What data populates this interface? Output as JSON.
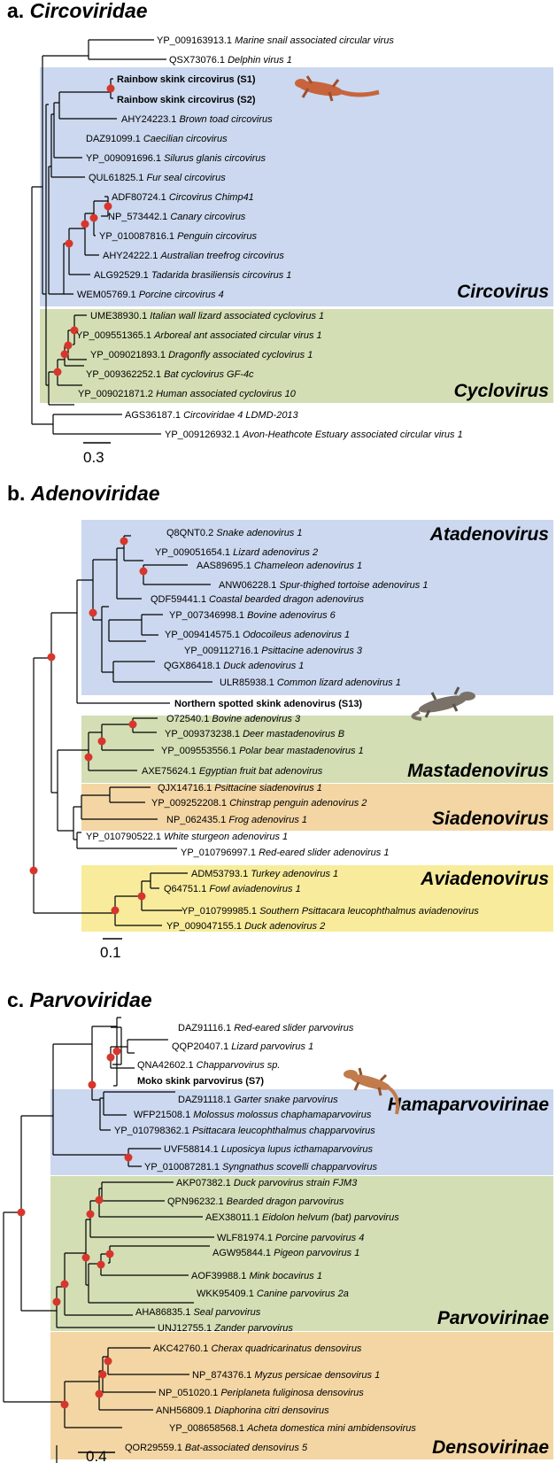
{
  "panels": [
    {
      "id": "a",
      "prefix": "a.",
      "family": "Circoviridae",
      "scale_label": "0.3",
      "groups": [
        {
          "name": "Circovirus",
          "color": "#cbd8ef"
        },
        {
          "name": "Cyclovirus",
          "color": "#d3deb4"
        }
      ],
      "leaves": [
        {
          "acc": "YP_009163913.1",
          "name": "Marine snail associated circular virus"
        },
        {
          "acc": "QSX73076.1",
          "name": "Delphin virus 1"
        },
        {
          "acc": "",
          "name": "Rainbow skink circovirus (S1)",
          "bold": true
        },
        {
          "acc": "",
          "name": "Rainbow skink circovirus (S2)",
          "bold": true
        },
        {
          "acc": "AHY24223.1",
          "name": "Brown toad circovirus"
        },
        {
          "acc": "DAZ91099.1",
          "name": "Caecilian circovirus"
        },
        {
          "acc": "YP_009091696.1",
          "name": "Silurus glanis circovirus"
        },
        {
          "acc": "QUL61825.1",
          "name": "Fur seal circovirus"
        },
        {
          "acc": "ADF80724.1",
          "name": "Circovirus Chimp41"
        },
        {
          "acc": "NP_573442.1",
          "name": "Canary circovirus"
        },
        {
          "acc": "YP_010087816.1",
          "name": "Penguin circovirus"
        },
        {
          "acc": "AHY24222.1",
          "name": "Australian treefrog circovirus"
        },
        {
          "acc": "ALG92529.1",
          "name": "Tadarida brasiliensis circovirus 1"
        },
        {
          "acc": "WEM05769.1",
          "name": "Porcine circovirus 4"
        },
        {
          "acc": "UME38930.1",
          "name": "Italian wall lizard associated cyclovirus 1"
        },
        {
          "acc": "YP_009551365.1",
          "name": "Arboreal ant associated circular virus 1"
        },
        {
          "acc": "YP_009021893.1",
          "name": "Dragonfly associated cyclovirus 1"
        },
        {
          "acc": "YP_009362252.1",
          "name": "Bat cyclovirus GF-4c"
        },
        {
          "acc": "YP_009021871.2",
          "name": "Human associated cyclovirus 10"
        },
        {
          "acc": "AGS36187.1",
          "name": "Circoviridae 4 LDMD-2013"
        },
        {
          "acc": "YP_009126932.1",
          "name": "Avon-Heathcote Estuary associated circular virus 1"
        }
      ]
    },
    {
      "id": "b",
      "prefix": "b.",
      "family": "Adenoviridae",
      "scale_label": "0.1",
      "groups": [
        {
          "name": "Atadenovirus",
          "color": "#cbd8ef"
        },
        {
          "name": "Mastadenovirus",
          "color": "#d3deb4"
        },
        {
          "name": "Siadenovirus",
          "color": "#f3d6a4"
        },
        {
          "name": "Aviadenovirus",
          "color": "#f8ec9c"
        }
      ],
      "leaves": [
        {
          "acc": "Q8QNT0.2",
          "name": "Snake adenovirus 1"
        },
        {
          "acc": "YP_009051654.1",
          "name": "Lizard adenovirus 2"
        },
        {
          "acc": "AAS89695.1",
          "name": "Chameleon adenovirus 1"
        },
        {
          "acc": "ANW06228.1",
          "name": "Spur-thighed tortoise adenovirus 1"
        },
        {
          "acc": "QDF59441.1",
          "name": "Coastal bearded dragon adenovirus"
        },
        {
          "acc": "YP_007346998.1",
          "name": "Bovine adenovirus 6"
        },
        {
          "acc": "YP_009414575.1",
          "name": "Odocoileus adenovirus 1"
        },
        {
          "acc": "YP_009112716.1",
          "name": "Psittacine adenovirus 3"
        },
        {
          "acc": "QGX86418.1",
          "name": "Duck adenovirus 1"
        },
        {
          "acc": "ULR85938.1",
          "name": "Common lizard adenovirus 1"
        },
        {
          "acc": "",
          "name": "Northern spotted skink adenovirus (S13)",
          "bold": true
        },
        {
          "acc": "O72540.1",
          "name": "Bovine adenovirus 3"
        },
        {
          "acc": "YP_009373238.1",
          "name": "Deer mastadenovirus B"
        },
        {
          "acc": "YP_009553556.1",
          "name": "Polar bear mastadenovirus 1"
        },
        {
          "acc": "AXE75624.1",
          "name": "Egyptian fruit bat adenovirus"
        },
        {
          "acc": "QJX14716.1",
          "name": "Psittacine siadenovirus 1"
        },
        {
          "acc": "YP_009252208.1",
          "name": "Chinstrap penguin adenovirus 2"
        },
        {
          "acc": "NP_062435.1",
          "name": "Frog adenovirus 1"
        },
        {
          "acc": "YP_010790522.1",
          "name": "White sturgeon adenovirus 1"
        },
        {
          "acc": "YP_010796997.1",
          "name": "Red-eared slider adenovirus 1"
        },
        {
          "acc": "ADM53793.1",
          "name": "Turkey adenovirus 1"
        },
        {
          "acc": "Q64751.1",
          "name": "Fowl aviadenovirus 1"
        },
        {
          "acc": "YP_010799985.1",
          "name": "Southern Psittacara leucophthalmus aviadenovirus"
        },
        {
          "acc": "YP_009047155.1",
          "name": "Duck adenovirus 2"
        }
      ]
    },
    {
      "id": "c",
      "prefix": "c.",
      "family": "Parvoviridae",
      "scale_label": "0.4",
      "groups": [
        {
          "name": "Hamaparvovirinae",
          "color": "#cbd8ef"
        },
        {
          "name": "Parvovirinae",
          "color": "#d3deb4"
        },
        {
          "name": "Densovirinae",
          "color": "#f3d6a4"
        }
      ],
      "leaves": [
        {
          "acc": "DAZ91116.1",
          "name": "Red-eared slider parvovirus"
        },
        {
          "acc": "QQP20407.1",
          "name": "Lizard parvovirus 1"
        },
        {
          "acc": "QNA42602.1",
          "name": "Chapparvovirus sp."
        },
        {
          "acc": "",
          "name": "Moko skink parvovirus (S7)",
          "bold": true
        },
        {
          "acc": "DAZ91118.1",
          "name": "Garter snake parvovirus"
        },
        {
          "acc": "WFP21508.1",
          "name": "Molossus molossus chaphamaparvovirus"
        },
        {
          "acc": "YP_010798362.1",
          "name": "Psittacara leucophthalmus chapparvovirus"
        },
        {
          "acc": "UVF58814.1",
          "name": "Luposicya lupus icthamaparvovirus"
        },
        {
          "acc": "YP_010087281.1",
          "name": "Syngnathus scovelli chapparvovirus"
        },
        {
          "acc": "AKP07382.1",
          "name": "Duck parvovirus strain FJM3"
        },
        {
          "acc": "QPN96232.1",
          "name": "Bearded dragon parvovirus"
        },
        {
          "acc": "AEX38011.1",
          "name": "Eidolon helvum (bat) parvovirus"
        },
        {
          "acc": "WLF81974.1",
          "name": "Porcine parvovirus 4"
        },
        {
          "acc": "AGW95844.1",
          "name": "Pigeon parvovirus 1"
        },
        {
          "acc": "AOF39988.1",
          "name": "Mink bocavirus 1"
        },
        {
          "acc": "WKK95409.1",
          "name": "Canine parvovirus 2a"
        },
        {
          "acc": "AHA86835.1",
          "name": "Seal parvovirus"
        },
        {
          "acc": "UNJ12755.1",
          "name": "Zander parvovirus"
        },
        {
          "acc": "AKC42760.1",
          "name": "Cherax quadricarinatus densovirus"
        },
        {
          "acc": "NP_874376.1",
          "name": "Myzus persicae densovirus 1"
        },
        {
          "acc": "NP_051020.1",
          "name": "Periplaneta fuliginosa densovirus"
        },
        {
          "acc": "ANH56809.1",
          "name": "Diaphorina citri densovirus"
        },
        {
          "acc": "YP_008658568.1",
          "name": "Acheta domestica mini ambidensovirus"
        },
        {
          "acc": "QOR29559.1",
          "name": "Bat-associated densovirus 5"
        }
      ]
    }
  ],
  "colors": {
    "node": "#d7362c",
    "skink": "#c8643c"
  }
}
